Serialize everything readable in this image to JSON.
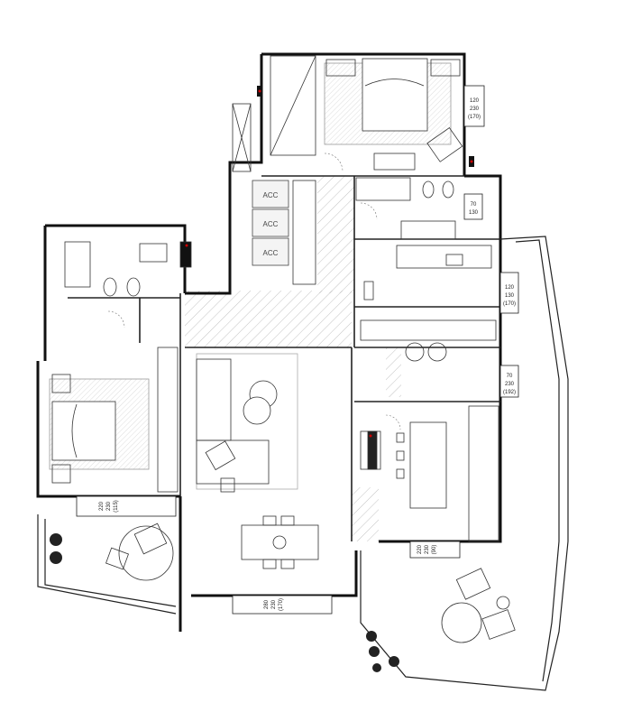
{
  "plan": {
    "storage_labels": [
      "ACC",
      "ACC",
      "ACC"
    ],
    "windows": [
      {
        "id": "master-bedroom-window",
        "lines": [
          "120",
          "230",
          "(170)"
        ]
      },
      {
        "id": "bathroom-window",
        "lines": [
          "70",
          "130"
        ]
      },
      {
        "id": "study-window",
        "lines": [
          "120",
          "130",
          "(170)"
        ]
      },
      {
        "id": "laundry-window",
        "lines": [
          "70",
          "230",
          "(192)"
        ]
      },
      {
        "id": "guest-room-door",
        "lines": [
          "220",
          "230",
          "(115)"
        ]
      },
      {
        "id": "kitchen-terrace-door",
        "lines": [
          "220",
          "230",
          "(90)"
        ]
      },
      {
        "id": "living-terrace-door",
        "lines": [
          "280",
          "230",
          "(170)"
        ]
      }
    ]
  }
}
